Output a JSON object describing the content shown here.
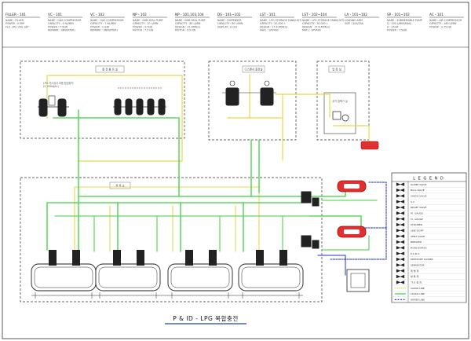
{
  "header_tags": [
    {
      "tag": "FILLER - 101",
      "lines": [
        "NAME : FILLER",
        "POWER : 0.5HP",
        "FLX. LPG 150L SET"
      ]
    },
    {
      "tag": "VC - 101",
      "lines": [
        "NAME : GAS COMPRESSOR",
        "CAPACITY : 4 NL/MIN",
        "POWER : 7.5kW",
        "REMARK : (INVERTER)"
      ]
    },
    {
      "tag": "VC - 102",
      "lines": [
        "NAME : GAS COMPRESSOR",
        "CAPACITY : 7 NL/MIN",
        "POWER : 11kW",
        "REMARK : (INVERTER)"
      ]
    },
    {
      "tag": "NP - 102",
      "lines": [
        "NAME : NGB SEAL PUMP",
        "CAPACITY : 10 L/MIN",
        "POWER : 3.7kW",
        "MOTOR : 7.5 kW"
      ]
    },
    {
      "tag": "NP - 101,103,104",
      "lines": [
        "NAME : NGB SEAL PUMP",
        "CAPACITY : 80 L/MIN",
        "DESIGN : 15 ATM(G)",
        "MOTOR : 5.5 kW"
      ]
    },
    {
      "tag": "DS - 101~102",
      "lines": [
        "NAME : DISPENSER",
        "CAPACITY : 80 L/MIN",
        "DISPLAY : (LCD)"
      ]
    },
    {
      "tag": "LST - 101",
      "lines": [
        "NAME : LPG STORAGE TANK(UGT)",
        "CAPACITY : 20,000 L",
        "DESIGN : 17.6 ATM(G)",
        "MATL : SPV490"
      ]
    },
    {
      "tag": "LST - 102~104",
      "lines": [
        "NAME : LPG STORAGE TANK(UGT)",
        "CAPACITY : 30,000 L",
        "DESIGN : 17.6 ATM(G)",
        "MATL : SPV490"
      ]
    },
    {
      "tag": "LA - 101~102",
      "lines": [
        "LOADING ARM",
        "SIZE : 50A/25A"
      ]
    },
    {
      "tag": "SP - 101~102",
      "lines": [
        "NAME : SUBMERSIBLE PUMP",
        "Q : 100 L/MIN(MAX)",
        "H : 150M",
        "POWER : 7.5kW"
      ]
    },
    {
      "tag": "AC - 101",
      "lines": [
        "NAME : AIR COMPRESSOR",
        "CAPACITY : 180 L/MIN",
        "POWER : 3.75 kW"
      ]
    }
  ],
  "areas": {
    "top_left_label": "충 전 펌 프 실",
    "top_left_sub": [
      "LPG 가스검사 자동 잠금장치",
      "(2,000kg/hr)"
    ],
    "top_mid_label": "디스펜서 충전실",
    "top_right_label": "압 축 실",
    "top_right_inner": "공기 압축기 실",
    "bottom_label": "저 장 소"
  },
  "legend": {
    "title": "L E G E N D",
    "items": [
      {
        "symbol": "gate-valve",
        "label": "GLOBE VALVE"
      },
      {
        "symbol": "ball-valve",
        "label": "BALL VALVE"
      },
      {
        "symbol": "check-valve",
        "label": "CHECK VALVE"
      },
      {
        "symbol": "safety-valve",
        "label": "S.V"
      },
      {
        "symbol": "relief-valve",
        "label": "RELIEF VALVE"
      },
      {
        "symbol": "pressure-gauge",
        "label": "P.I. GAUGE"
      },
      {
        "symbol": "temp-gauge",
        "label": "T.I. GAUGE"
      },
      {
        "symbol": "strainer",
        "label": "STRAINER"
      },
      {
        "symbol": "flow-meter",
        "label": "LINE SIGHT"
      },
      {
        "symbol": "drain",
        "label": "VENT VALVE"
      },
      {
        "symbol": "excess-flow",
        "label": "BREAKER"
      },
      {
        "symbol": "hose",
        "label": "HOSE BYPASS"
      },
      {
        "symbol": "emergency",
        "label": "E.S.D.V."
      },
      {
        "symbol": "regulator",
        "label": "PRESSURE CLOSER"
      },
      {
        "symbol": "separator",
        "label": "SEPARATOR"
      },
      {
        "symbol": "level",
        "label": "레 벨 계"
      },
      {
        "symbol": "water",
        "label": "방 폭 계"
      },
      {
        "symbol": "gas-detector",
        "label": "가 스 검 지"
      },
      {
        "symbol": "vapor-line",
        "label": "VAPOR LINE"
      },
      {
        "symbol": "liquid-line",
        "label": "LIQUID LINE"
      },
      {
        "symbol": "water-line",
        "label": "WATER LINE"
      }
    ]
  },
  "diagram_title": "P & ID - LPG 복합충전",
  "colors": {
    "liquid": "#3cd13c",
    "vapor": "#e8d84a",
    "water": "#2030c8",
    "equipment": "#222222",
    "tanker": "#e03030",
    "title_underline": "#2040c0"
  }
}
